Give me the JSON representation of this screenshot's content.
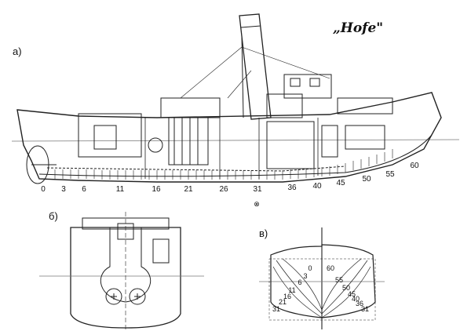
{
  "title": "„Hofe\"",
  "labels": {
    "a": "а)",
    "b": "б)",
    "v": "в)"
  },
  "side_view": {
    "frame_numbers": [
      "0",
      "3",
      "6",
      "11",
      "16",
      "21",
      "26",
      "31",
      "36",
      "40",
      "45",
      "50",
      "55",
      "60"
    ],
    "midship_symbol": "⊗"
  },
  "body_plan": {
    "left_stations": [
      "0",
      "3",
      "6",
      "11",
      "16",
      "21",
      "31"
    ],
    "right_stations": [
      "60",
      "55",
      "50",
      "45",
      "40",
      "36",
      "31"
    ]
  }
}
